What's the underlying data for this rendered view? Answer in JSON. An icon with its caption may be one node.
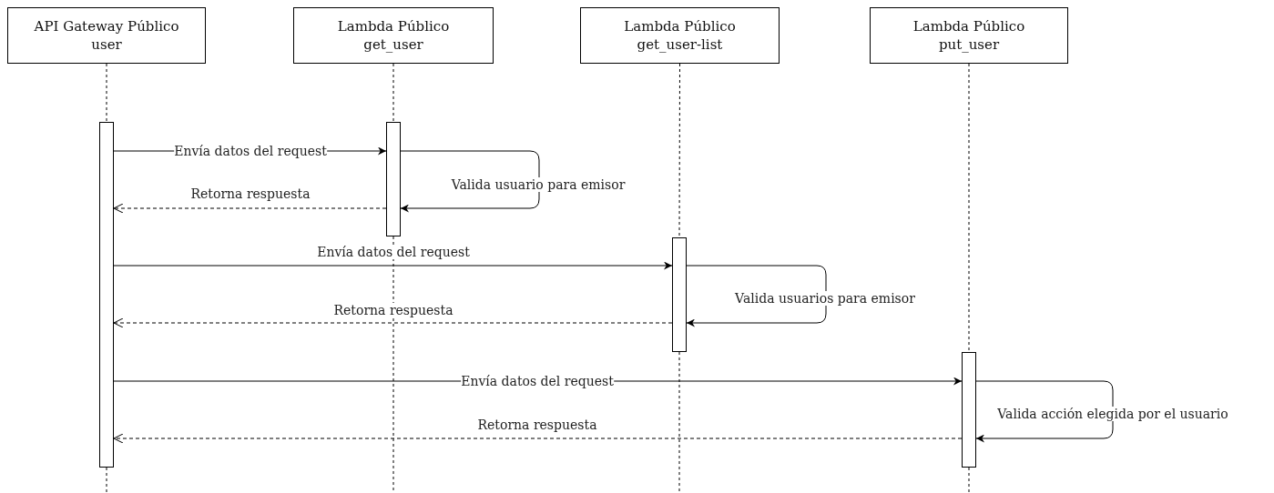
{
  "diagram": {
    "nodes": [
      {
        "text": [
          "API Gateway Público",
          "user"
        ]
      },
      {
        "text": [
          "Lambda Público",
          "get_user"
        ]
      },
      {
        "text": [
          "Lambda Público",
          "get_user-list"
        ]
      },
      {
        "text": [
          "Lambda Público",
          "put_user"
        ]
      },
      {
        "text": [],
        "shape": "bar"
      },
      {
        "text": [],
        "shape": "bar"
      },
      {
        "text": [],
        "shape": "bar"
      },
      {
        "text": [],
        "shape": "bar"
      }
    ],
    "edges": [
      {
        "from": 0,
        "to": 4,
        "arrow": "none",
        "style": "dashed"
      },
      {
        "from": 1,
        "to": 5,
        "arrow": "none",
        "style": "dashed"
      },
      {
        "from": 2,
        "to": 6,
        "arrow": "none",
        "style": "dashed"
      },
      {
        "from": 3,
        "to": 7,
        "arrow": "none",
        "style": "dashed"
      },
      {
        "from": 4,
        "to": 5,
        "arrow": "to",
        "label": "Envía datos del request"
      },
      {
        "from": 5,
        "to": 5,
        "arrow": "to",
        "label": "Valida usuario para emisor"
      },
      {
        "from": 5,
        "to": 4,
        "arrow": "to",
        "label": "Retorna respuesta",
        "style": "dashed"
      },
      {
        "from": 4,
        "to": 6,
        "arrow": "to",
        "label": "Envía datos del request"
      },
      {
        "from": 6,
        "to": 6,
        "arrow": "to",
        "label": "Valida usuarios para emisor"
      },
      {
        "from": 6,
        "to": 4,
        "arrow": "to",
        "label": "Retorna respuesta",
        "style": "dashed"
      },
      {
        "from": 4,
        "to": 7,
        "arrow": "to",
        "label": "Envía datos del request"
      },
      {
        "from": 7,
        "to": 7,
        "arrow": "to",
        "label": "Valida acción elegida por el usuario"
      },
      {
        "from": 7,
        "to": 4,
        "arrow": "to",
        "label": "Retorna respuesta",
        "style": "dashed"
      }
    ]
  }
}
